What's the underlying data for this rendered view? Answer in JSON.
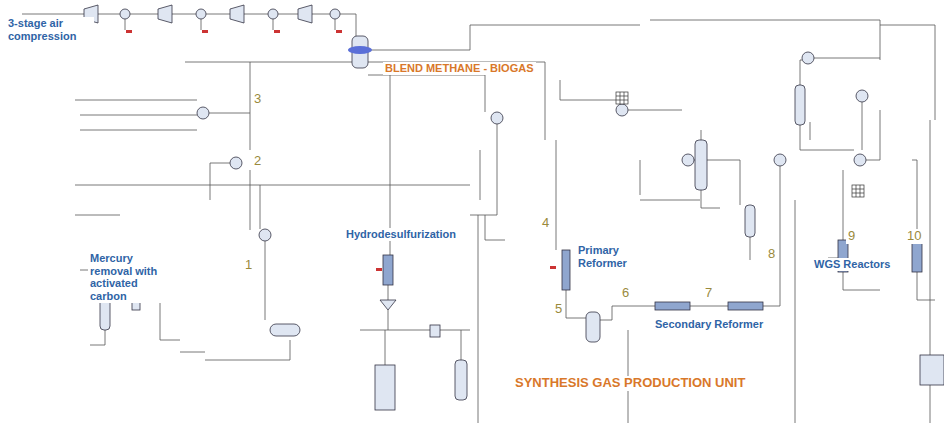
{
  "diagram": {
    "title": "SYNTHESIS GAS PRODUCTION UNIT",
    "labels": [
      "3-stage air compression",
      "BLEND METHANE - BIOGAS",
      "3",
      "2",
      "1",
      "Mercury removal with activated carbon",
      "Hydrodesulfurization",
      "4",
      "Primary Reformer",
      "5",
      "6",
      "7",
      "8",
      "Secondary Reformer",
      "9",
      "10",
      "WGS Reactors"
    ]
  }
}
